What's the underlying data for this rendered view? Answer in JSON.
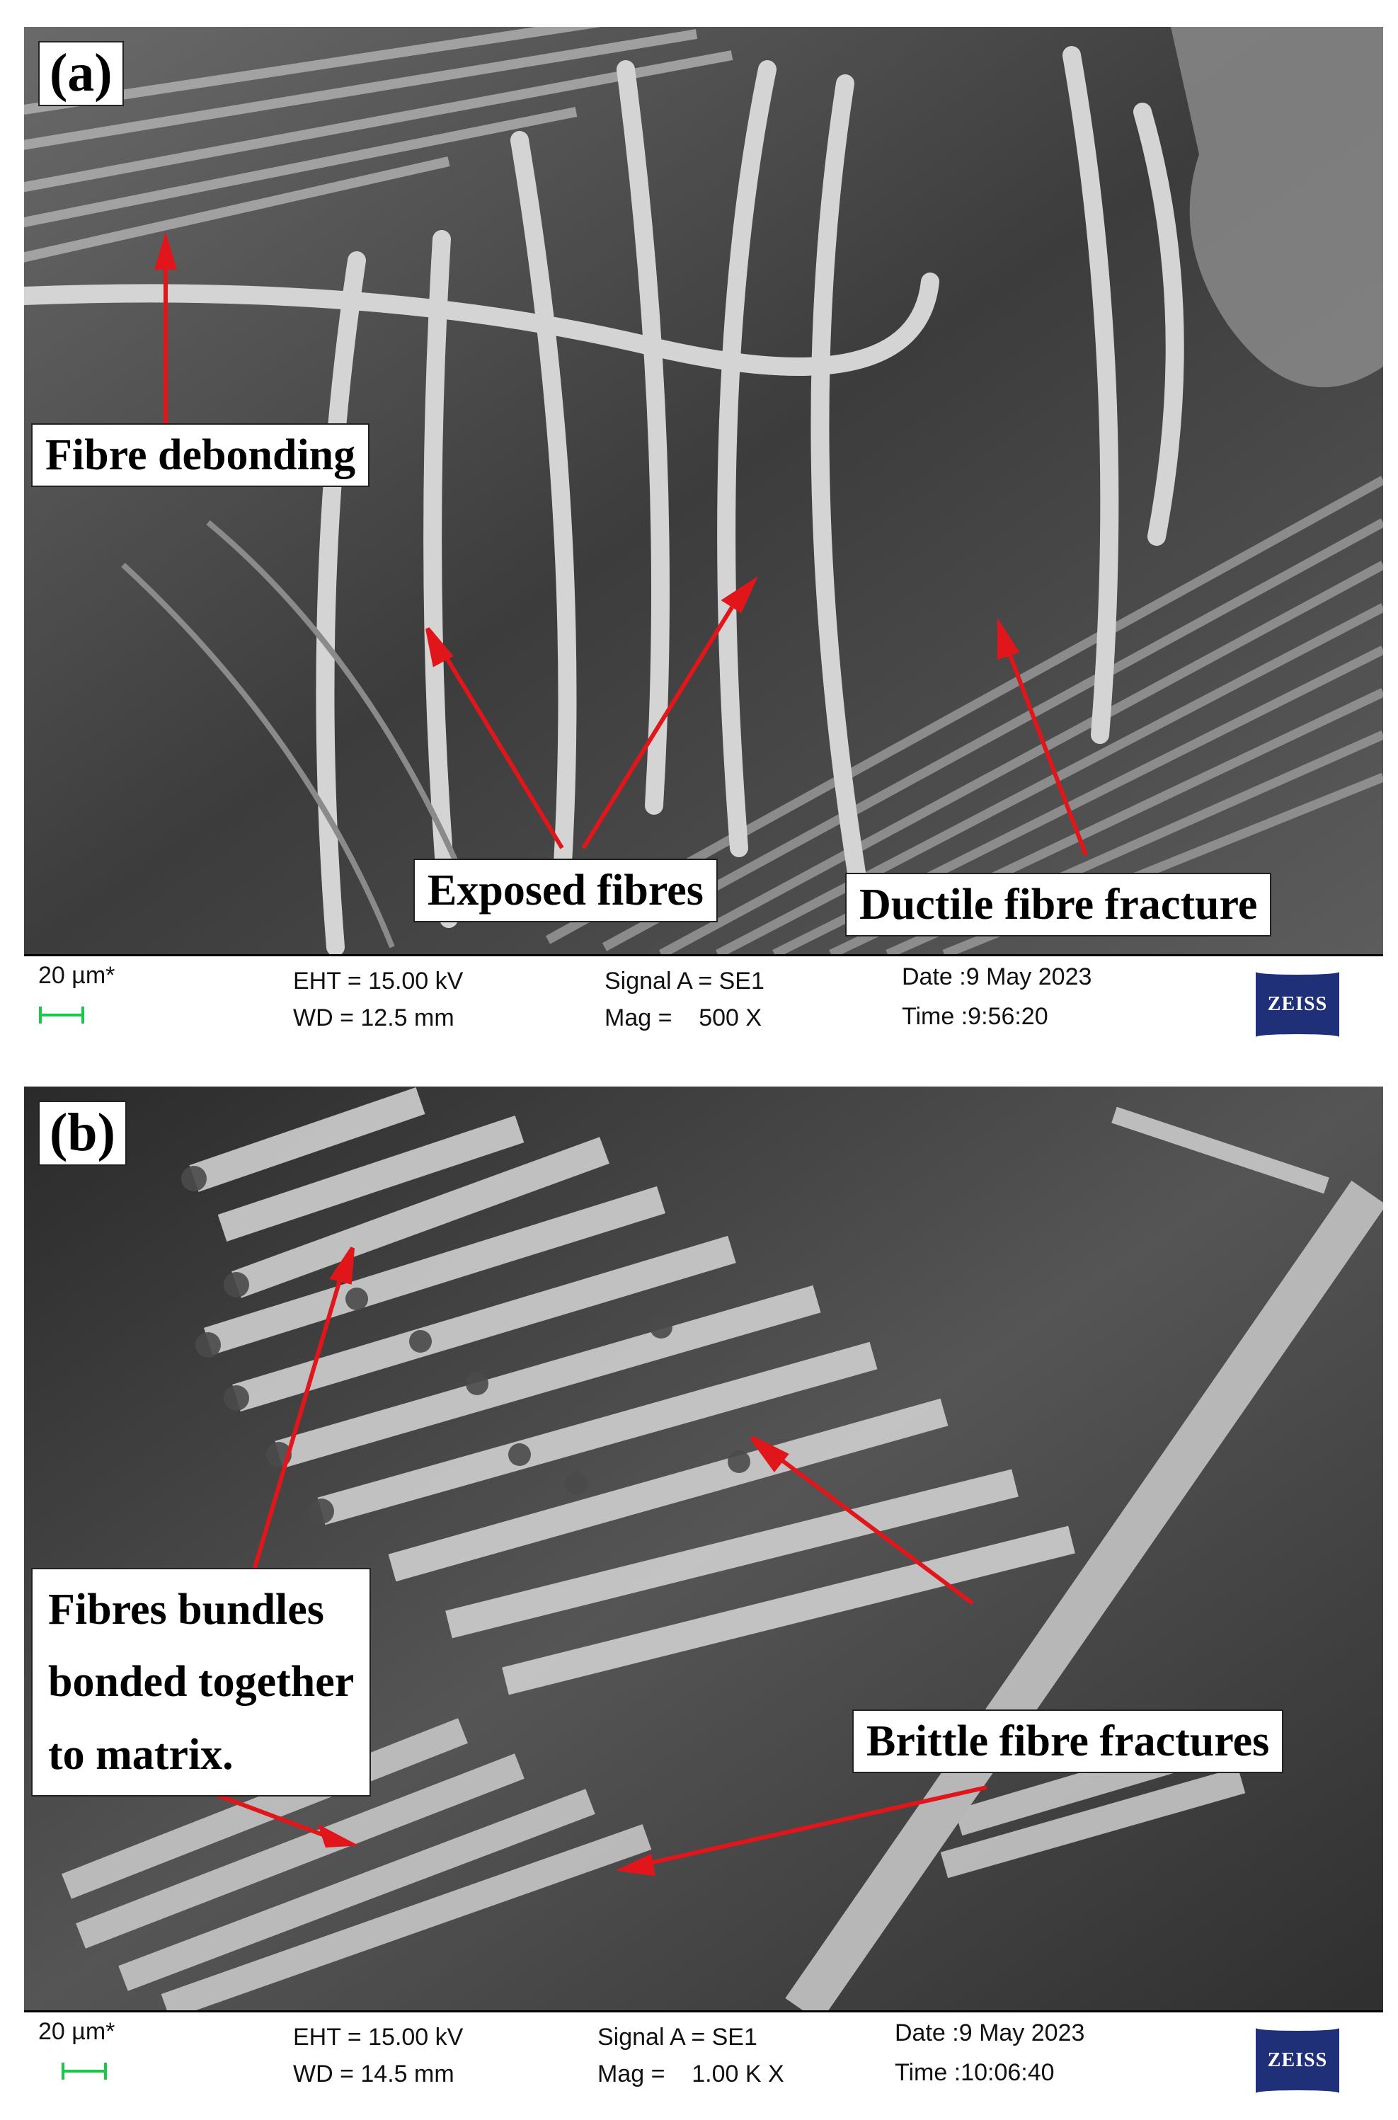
{
  "panels": [
    {
      "label": "(a)",
      "annotations": {
        "debonding": "Fibre debonding",
        "exposed": "Exposed fibres",
        "ductile": "Ductile fibre fracture"
      },
      "info": {
        "scale": "20 µm*",
        "eht": "EHT = 15.00 kV",
        "wd": "WD = 12.5 mm",
        "signal": "Signal A = SE1",
        "mag": "Mag =    500 X",
        "date": "Date :9 May 2023",
        "time": "Time :9:56:20",
        "logo": "ZEISS"
      }
    },
    {
      "label": "(b)",
      "annotations": {
        "bundles_line1": "Fibres bundles",
        "bundles_line2": "bonded together",
        "bundles_line3": "to matrix.",
        "brittle": "Brittle fibre fractures"
      },
      "info": {
        "scale": "20 µm*",
        "eht": "EHT = 15.00 kV",
        "wd": "WD = 14.5 mm",
        "signal": "Signal A = SE1",
        "mag": "Mag =    1.00 K X",
        "date": "Date :9 May 2023",
        "time": "Time :10:06:40",
        "logo": "ZEISS"
      }
    }
  ],
  "colors": {
    "arrow": "#e0161b",
    "scalebar": "#19c94a",
    "zeiss": "#1f2f78"
  }
}
